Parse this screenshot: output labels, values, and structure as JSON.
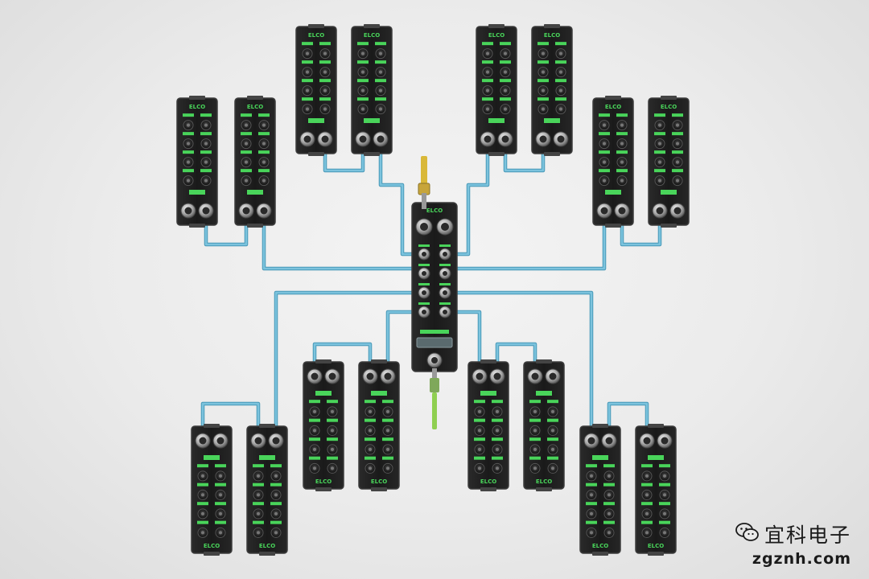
{
  "diagram": {
    "brand_label": "ELCO",
    "colors": {
      "cable": "#7cc3dd",
      "cable_edge": "#3b8fb0",
      "module_body": "#1c1c1c",
      "module_edge": "#3c3c3c",
      "status_green": "#49d45a",
      "connector_metal": "#9a9a9a",
      "yellow_cable": "#d9b838",
      "green_cable": "#8fcf50"
    }
  },
  "watermark": {
    "title": "宜科电子",
    "url": "zgznh.com",
    "icon": "wechat-icon"
  }
}
